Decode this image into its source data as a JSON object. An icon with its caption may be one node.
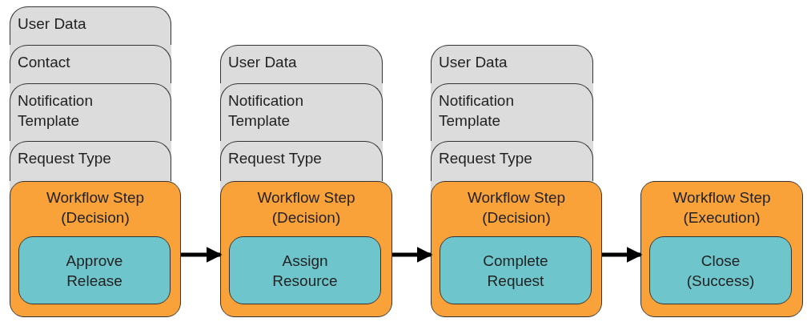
{
  "diagram": {
    "nodes": [
      {
        "text": [
          "User Data"
        ]
      },
      {
        "text": [
          "Contact"
        ]
      },
      {
        "text": [
          "Notification Template"
        ]
      },
      {
        "text": [
          "Request Type"
        ]
      },
      {
        "text": [
          "Workflow Step (Decision)"
        ]
      },
      {
        "text": [
          "Approve Release"
        ],
        "in": 4
      },
      {
        "text": [
          "User Data"
        ]
      },
      {
        "text": [
          "Notification Template"
        ]
      },
      {
        "text": [
          "Request Type"
        ]
      },
      {
        "text": [
          "Workflow Step (Decision)"
        ]
      },
      {
        "text": [
          "Assign Resource"
        ],
        "in": 9
      },
      {
        "text": [
          "User Data"
        ]
      },
      {
        "text": [
          "Notification Template"
        ]
      },
      {
        "text": [
          "Request Type"
        ]
      },
      {
        "text": [
          "Workflow Step (Decision)"
        ]
      },
      {
        "text": [
          "Complete Request"
        ],
        "in": 14
      },
      {
        "text": [
          "Workflow Step (Execution)"
        ]
      },
      {
        "text": [
          "Close (Success)"
        ],
        "in": 16
      }
    ],
    "edges": [
      {
        "from": 4,
        "to": 9,
        "arrow": "to"
      },
      {
        "from": 9,
        "to": 14,
        "arrow": "to"
      },
      {
        "from": 14,
        "to": 16,
        "arrow": "to"
      }
    ]
  }
}
